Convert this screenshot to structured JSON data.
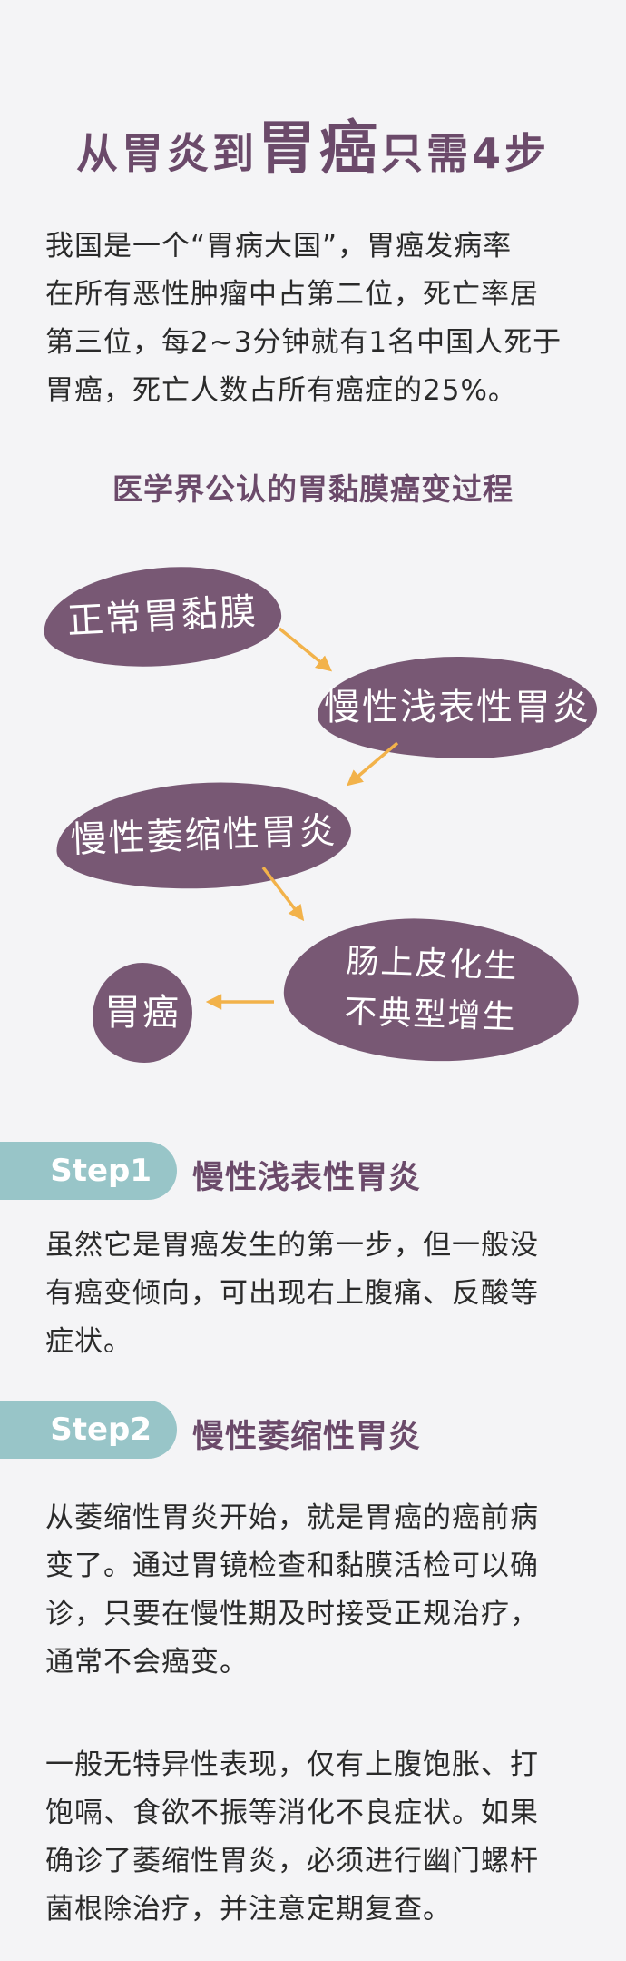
{
  "header": {
    "title_a": "从胃炎到",
    "title_big": "胃癌",
    "title_b": "只需4步"
  },
  "intro": {
    "lines": [
      "我国是一个“胃病大国”，胃癌发病率",
      "在所有恶性肿瘤中占第二位，死亡率居",
      "第三位，每2~3分钟就有1名中国人死于",
      "胃癌，死亡人数占所有癌症的25%。"
    ]
  },
  "process": {
    "title": "医学界公认的胃黏膜癌变过程",
    "stage1": "正常胃黏膜",
    "stage2": "慢性浅表性胃炎",
    "stage3": "慢性萎缩性胃炎",
    "stage4_line1": "肠上皮化生",
    "stage4_line2": "不典型增生",
    "stage5": "胃癌",
    "arrow_color": "#f2b24a",
    "blob_color": "#785874"
  },
  "steps": [
    {
      "label": "Step1",
      "title": "慢性浅表性胃炎",
      "lines": [
        "虽然它是胃癌发生的第一步，但一般没",
        "有癌变倾向，可出现右上腹痛、反酸等",
        "症状。"
      ]
    },
    {
      "label": "Step2",
      "title": "慢性萎缩性胃炎",
      "lines": [
        "从萎缩性胃炎开始，就是胃癌的癌前病",
        "变了。通过胃镜检查和黏膜活检可以确",
        "诊，只要在慢性期及时接受正规治疗，",
        "通常不会癌变。"
      ],
      "lines2": [
        "一般无特异性表现，仅有上腹饱胀、打",
        "饱嗝、食欲不振等消化不良症状。如果",
        "确诊了萎缩性胃炎，必须进行幽门螺杆",
        "菌根除治疗，并注意定期复查。"
      ]
    }
  ]
}
